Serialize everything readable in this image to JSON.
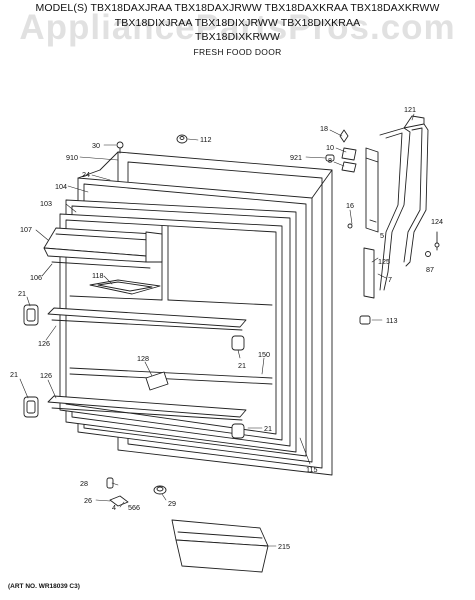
{
  "header": {
    "models_line1": "MODEL(S) TBX18DAXJRAA  TBX18DAXJRWW  TBX18DAXKRAA  TBX18DAXKRWW",
    "models_line2": "TBX18DIXJRAA  TBX18DIXJRWW  TBX18DIXKRAA",
    "models_line3": "TBX18DIXKRWW",
    "section_title": "FRESH FOOD DOOR"
  },
  "watermark": "AppliancePartsPros.com",
  "art_number": "(ART NO. WR18039 C3)",
  "callouts": {
    "p30": "30",
    "p112": "112",
    "p910": "910",
    "p24": "24",
    "p104": "104",
    "p103": "103",
    "p107": "107",
    "p106": "106",
    "p118": "118",
    "p21a": "21",
    "p126a": "126",
    "p128": "128",
    "p21b": "21",
    "p126b": "126",
    "p150": "150",
    "p21c": "21",
    "p21d": "21",
    "p115": "115",
    "p18": "18",
    "p10": "10",
    "p921": "921",
    "p8": "8",
    "p16": "16",
    "p5": "5",
    "p121": "121",
    "p124": "124",
    "p87": "87",
    "p125": "125",
    "p7": "7",
    "p113": "113",
    "p28": "28",
    "p26": "26",
    "p4": "4",
    "p566": "566",
    "p29": "29",
    "p215": "215"
  }
}
